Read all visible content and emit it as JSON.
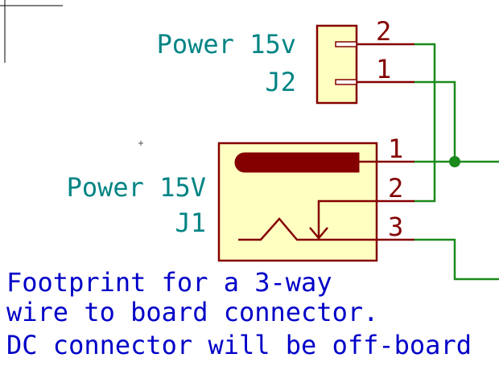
{
  "colors": {
    "background": "#ffffff",
    "wire": "#1a8a1a",
    "body_fill": "#ffffc2",
    "outline": "#840000",
    "pin": "#840000",
    "ref_text": "#008484",
    "note_text": "#0000c8",
    "frame": "#000000"
  },
  "schematic": {
    "j2": {
      "value": "Power 15v",
      "reference": "J2",
      "pins": [
        "2",
        "1"
      ]
    },
    "j1": {
      "value": "Power 15V",
      "reference": "J1",
      "pins": [
        "1",
        "2",
        "3"
      ]
    },
    "note": {
      "line1": "Footprint for a 3-way",
      "line2": "wire to board connector.",
      "line3": "DC connector will be off-board"
    }
  }
}
